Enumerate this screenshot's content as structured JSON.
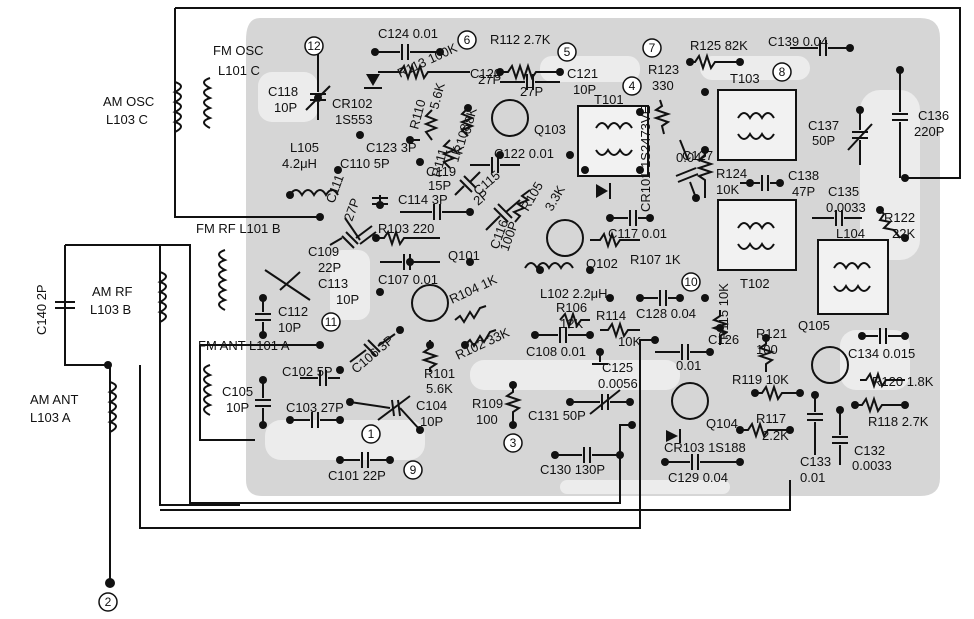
{
  "labels": [
    {
      "id": "fm-osc",
      "text": "FM OSC"
    },
    {
      "id": "l101c",
      "text": "L101 C"
    },
    {
      "id": "am-osc",
      "text": "AM OSC"
    },
    {
      "id": "l103c",
      "text": "L103 C"
    },
    {
      "id": "c118",
      "text": "C118"
    },
    {
      "id": "c118v",
      "text": "10P"
    },
    {
      "id": "cr102",
      "text": "CR102"
    },
    {
      "id": "cr102v",
      "text": "1S553"
    },
    {
      "id": "l105",
      "text": "L105"
    },
    {
      "id": "l105v",
      "text": "4.2μH"
    },
    {
      "id": "c124",
      "text": "C124 0.01"
    },
    {
      "id": "r112",
      "text": "R112 2.7K"
    },
    {
      "id": "r113",
      "text": "R113 100K"
    },
    {
      "id": "c120a",
      "text": "27P"
    },
    {
      "id": "c120",
      "text": "C120"
    },
    {
      "id": "c120b",
      "text": "27P"
    },
    {
      "id": "c121",
      "text": "C121"
    },
    {
      "id": "c121v",
      "text": "10P"
    },
    {
      "id": "r125",
      "text": "R125 82K"
    },
    {
      "id": "r123",
      "text": "R123"
    },
    {
      "id": "r123v",
      "text": "330"
    },
    {
      "id": "c139",
      "text": "C139 0.04"
    },
    {
      "id": "t103",
      "text": "T103"
    },
    {
      "id": "t101",
      "text": "T101"
    },
    {
      "id": "r110",
      "text": "R110"
    },
    {
      "id": "r110v",
      "text": "5.6K"
    },
    {
      "id": "r108",
      "text": "R108"
    },
    {
      "id": "r108v",
      "text": "6.8K"
    },
    {
      "id": "q103",
      "text": "Q103"
    },
    {
      "id": "c123",
      "text": "C123 3P"
    },
    {
      "id": "r111",
      "text": "R111"
    },
    {
      "id": "r111v",
      "text": "1K"
    },
    {
      "id": "c122",
      "text": "C122 0.01"
    },
    {
      "id": "c110",
      "text": "C110 5P"
    },
    {
      "id": "c119",
      "text": "C119"
    },
    {
      "id": "c119v",
      "text": "15P"
    },
    {
      "id": "c115",
      "text": "C115"
    },
    {
      "id": "c115v",
      "text": "2P"
    },
    {
      "id": "c114",
      "text": "C114 3P"
    },
    {
      "id": "r105",
      "text": "R105"
    },
    {
      "id": "r105v",
      "text": "3.3K"
    },
    {
      "id": "cr101",
      "text": "CR101 1S2473VE"
    },
    {
      "id": "c127",
      "text": "C127"
    },
    {
      "id": "c127v",
      "text": "0.04"
    },
    {
      "id": "r124",
      "text": "R124"
    },
    {
      "id": "r124v",
      "text": "10K"
    },
    {
      "id": "c138",
      "text": "C138"
    },
    {
      "id": "c138v",
      "text": "47P"
    },
    {
      "id": "c137",
      "text": "C137"
    },
    {
      "id": "c137v",
      "text": "50P"
    },
    {
      "id": "c136",
      "text": "C136"
    },
    {
      "id": "c136v",
      "text": "220P"
    },
    {
      "id": "c135",
      "text": "C135"
    },
    {
      "id": "c135v",
      "text": "0.0033"
    },
    {
      "id": "r122",
      "text": "R122"
    },
    {
      "id": "r122v",
      "text": "22K"
    },
    {
      "id": "c111",
      "text": "C111"
    },
    {
      "id": "c111v",
      "text": "27P"
    },
    {
      "id": "fm-rf",
      "text": "FM RF L101 B"
    },
    {
      "id": "r103",
      "text": "R103 220"
    },
    {
      "id": "c116",
      "text": "C116"
    },
    {
      "id": "c116v",
      "text": "100P"
    },
    {
      "id": "c117",
      "text": "C117 0.01"
    },
    {
      "id": "r107",
      "text": "R107 1K"
    },
    {
      "id": "l104",
      "text": "L104"
    },
    {
      "id": "t102",
      "text": "T102"
    },
    {
      "id": "c109",
      "text": "C109"
    },
    {
      "id": "c109v",
      "text": "22P"
    },
    {
      "id": "q101",
      "text": "Q101"
    },
    {
      "id": "q102",
      "text": "Q102"
    },
    {
      "id": "c140",
      "text": "C140 2P"
    },
    {
      "id": "am-rf",
      "text": "AM RF"
    },
    {
      "id": "l103b",
      "text": "L103 B"
    },
    {
      "id": "c113",
      "text": "C113"
    },
    {
      "id": "c113v",
      "text": "10P"
    },
    {
      "id": "c107",
      "text": "C107 0.01"
    },
    {
      "id": "l102",
      "text": "L102 2.2μH"
    },
    {
      "id": "c112",
      "text": "C112"
    },
    {
      "id": "c112v",
      "text": "10P"
    },
    {
      "id": "r104",
      "text": "R104 1K"
    },
    {
      "id": "r106",
      "text": "R106"
    },
    {
      "id": "r106v",
      "text": "12K"
    },
    {
      "id": "c128",
      "text": "C128 0.04"
    },
    {
      "id": "r115",
      "text": "R115 10K"
    },
    {
      "id": "q105",
      "text": "Q105"
    },
    {
      "id": "r114",
      "text": "R114"
    },
    {
      "id": "r114v",
      "text": "10K"
    },
    {
      "id": "r102",
      "text": "R102 33K"
    },
    {
      "id": "c126",
      "text": "C126"
    },
    {
      "id": "c126v",
      "text": "0.01"
    },
    {
      "id": "r121",
      "text": "R121"
    },
    {
      "id": "r121v",
      "text": "100"
    },
    {
      "id": "c134",
      "text": "C134 0.015"
    },
    {
      "id": "fm-ant",
      "text": "FM ANT L101 A"
    },
    {
      "id": "c106",
      "text": "C106 3P"
    },
    {
      "id": "c108",
      "text": "C108 0.01"
    },
    {
      "id": "am-ant",
      "text": "AM ANT"
    },
    {
      "id": "l103a",
      "text": "L103 A"
    },
    {
      "id": "c102",
      "text": "C102 5P"
    },
    {
      "id": "r101",
      "text": "R101"
    },
    {
      "id": "r101v",
      "text": "5.6K"
    },
    {
      "id": "c125",
      "text": "C125"
    },
    {
      "id": "c125v",
      "text": "0.0056"
    },
    {
      "id": "r119",
      "text": "R119 10K"
    },
    {
      "id": "r120",
      "text": "R120 1.8K"
    },
    {
      "id": "c105",
      "text": "C105"
    },
    {
      "id": "c105v",
      "text": "10P"
    },
    {
      "id": "c103",
      "text": "C103 27P"
    },
    {
      "id": "c104",
      "text": "C104"
    },
    {
      "id": "c104v",
      "text": "10P"
    },
    {
      "id": "r109",
      "text": "R109"
    },
    {
      "id": "r109v",
      "text": "100"
    },
    {
      "id": "c131",
      "text": "C131 50P"
    },
    {
      "id": "r118",
      "text": "R118 2.7K"
    },
    {
      "id": "q104",
      "text": "Q104"
    },
    {
      "id": "r117",
      "text": "R117"
    },
    {
      "id": "r117v",
      "text": "2.2K"
    },
    {
      "id": "cr103",
      "text": "CR103 1S188"
    },
    {
      "id": "c133",
      "text": "C133"
    },
    {
      "id": "c133v",
      "text": "0.01"
    },
    {
      "id": "c132",
      "text": "C132"
    },
    {
      "id": "c132v",
      "text": "0.0033"
    },
    {
      "id": "c129",
      "text": "C129 0.04"
    },
    {
      "id": "c130",
      "text": "C130 130P"
    },
    {
      "id": "c101",
      "text": "C101 22P"
    }
  ],
  "nodes": [
    {
      "id": "n1",
      "text": "1"
    },
    {
      "id": "n2",
      "text": "2"
    },
    {
      "id": "n3",
      "text": "3"
    },
    {
      "id": "n4",
      "text": "4"
    },
    {
      "id": "n5",
      "text": "5"
    },
    {
      "id": "n6",
      "text": "6"
    },
    {
      "id": "n7",
      "text": "7"
    },
    {
      "id": "n8",
      "text": "8"
    },
    {
      "id": "n9",
      "text": "9"
    },
    {
      "id": "n10",
      "text": "10"
    },
    {
      "id": "n11",
      "text": "11"
    },
    {
      "id": "n12",
      "text": "12"
    }
  ],
  "colors": {
    "board": "#d6d6d6",
    "ink": "#111111",
    "paper": "#ffffff"
  }
}
